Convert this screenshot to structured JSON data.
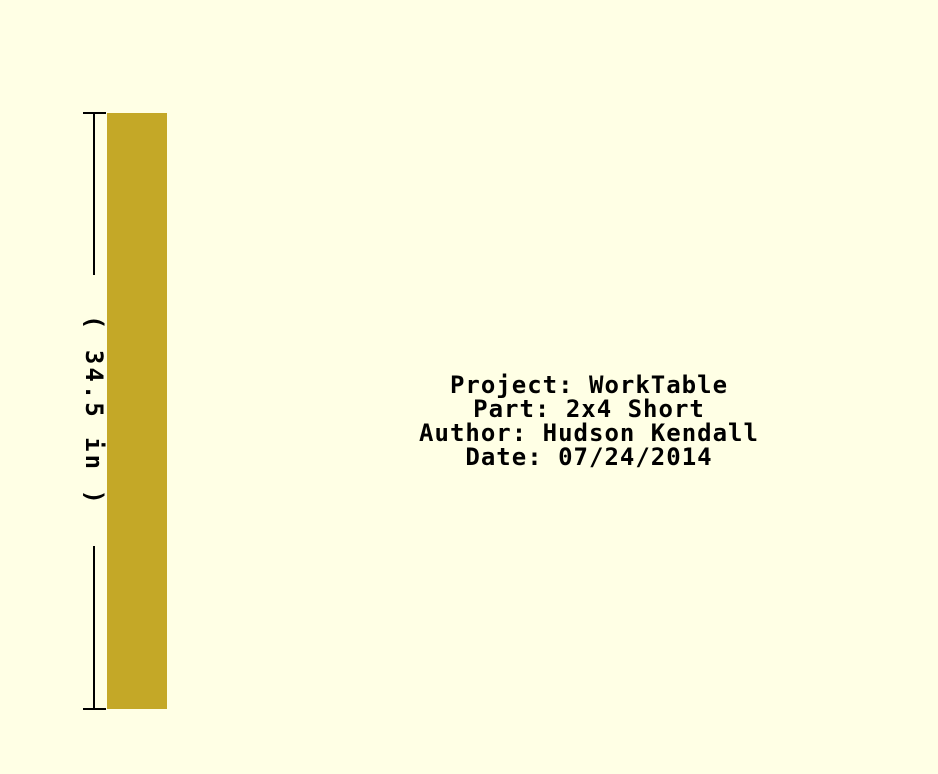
{
  "drawing": {
    "dimension_label": "( 34.5 in )",
    "title_block": {
      "project": "Project: WorkTable",
      "part": "Part: 2x4 Short",
      "author": "Author: Hudson Kendall",
      "date": "Date: 07/24/2014"
    }
  },
  "colors": {
    "background": "#ffffe5",
    "board": "#c4a827",
    "dimension": "#000000",
    "text": "#000000"
  }
}
